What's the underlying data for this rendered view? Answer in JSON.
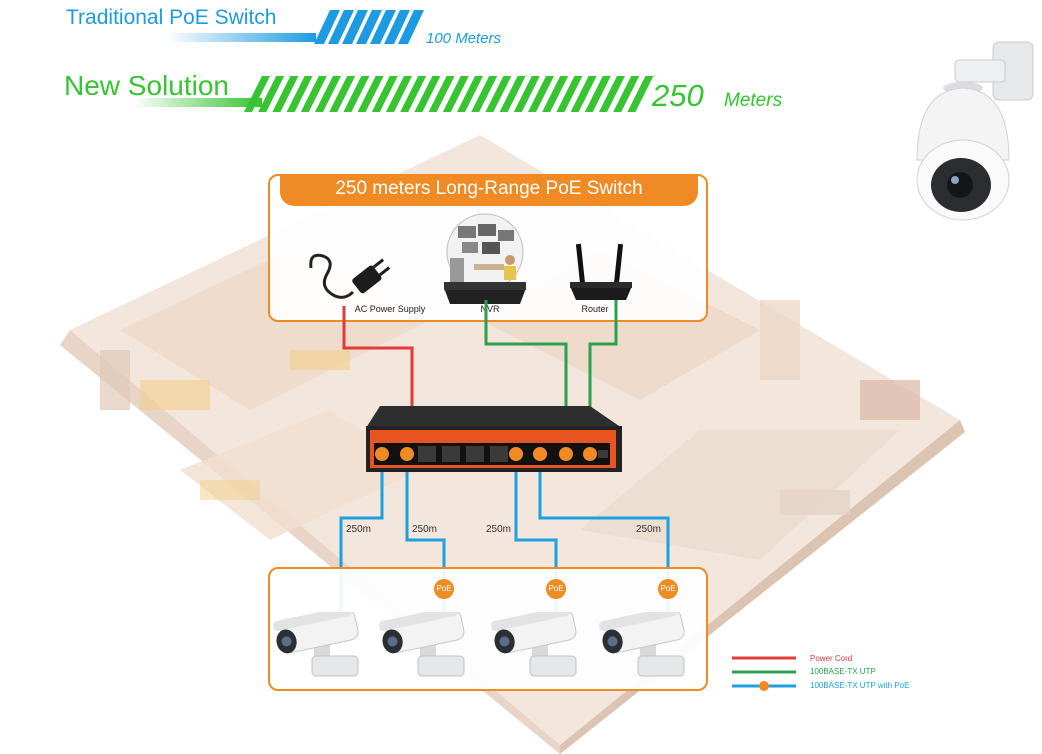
{
  "header": {
    "traditional_title": "Traditional PoE Switch",
    "traditional_distance": "100 Meters",
    "new_title": "New Solution",
    "new_distance_number": "250",
    "new_distance_unit": "Meters"
  },
  "switch_panel": {
    "title": "250 meters Long-Range PoE Switch",
    "devices": [
      {
        "label": "AC Power Supply",
        "icon": "power-plug-icon"
      },
      {
        "label": "NVR",
        "icon": "nvr-icon"
      },
      {
        "label": "Router",
        "icon": "router-icon"
      }
    ]
  },
  "links": {
    "camera_distances": [
      "250m",
      "250m",
      "250m",
      "250m"
    ],
    "poe_badge": "PoE"
  },
  "legend": [
    {
      "label": "Power Cord",
      "color": "#e03a3a"
    },
    {
      "label": "100BASE-TX UTP",
      "color": "#2ca04c"
    },
    {
      "label": "100BASE-TX UTP with PoE",
      "color": "#1ea0e0"
    }
  ],
  "colors": {
    "accent_orange": "#f08a24",
    "traditional_blue": "#1e9be0",
    "new_green": "#37c332"
  }
}
